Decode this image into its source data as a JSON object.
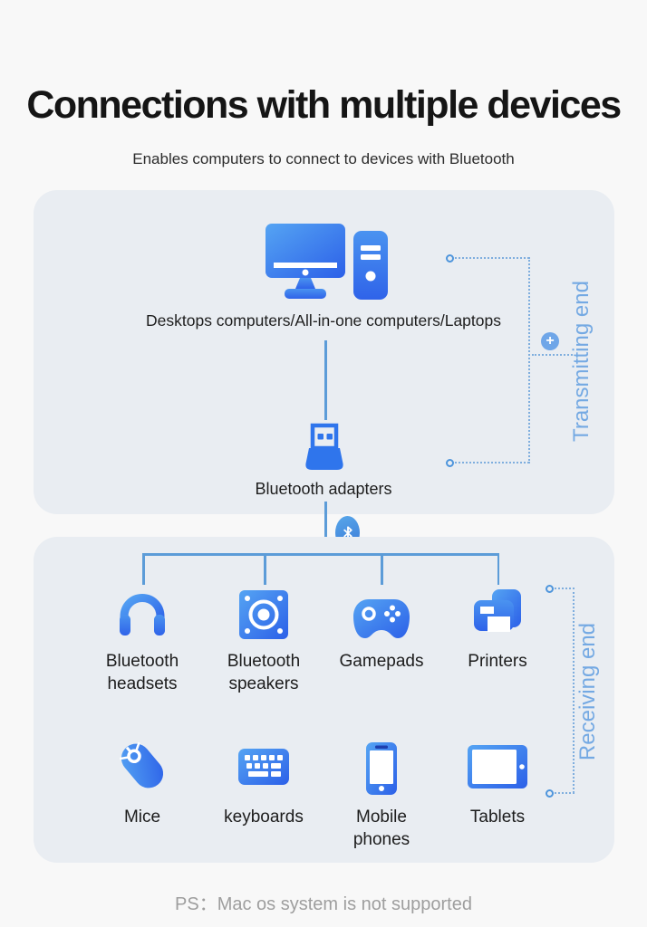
{
  "page": {
    "title": "Connections with multiple devices",
    "subtitle": "Enables computers to connect to devices with Bluetooth",
    "footnote": "PS：Mac os system is not supported",
    "colors": {
      "page_bg": "#F8F8F8",
      "panel_bg": "#E9EDF2",
      "icon_blue_light": "#54A3F3",
      "icon_blue_dark": "#2C60E8",
      "connector_blue": "#5C9CD8",
      "bracket_dotted_blue": "#7FAEDE",
      "side_label_blue": "#74A9E3",
      "text_dark": "#1C1C1C",
      "muted_text": "#9E9E9E"
    }
  },
  "transmitting_panel": {
    "side_label": "Transmitting end",
    "source_label": "Desktops computers/All-in-one computers/Laptops",
    "adapter_label": "Bluetooth adapters",
    "plus_sign": "+",
    "icons": [
      "desktop-computer-icon",
      "usb-bluetooth-adapter-icon",
      "plus-icon"
    ]
  },
  "receiving_panel": {
    "side_label": "Receiving end",
    "bluetooth_badge_icon": "bluetooth-icon",
    "devices": [
      {
        "label": "Bluetooth headsets",
        "icon": "headphones-icon"
      },
      {
        "label": "Bluetooth speakers",
        "icon": "speaker-icon"
      },
      {
        "label": "Gamepads",
        "icon": "gamepad-icon"
      },
      {
        "label": "Printers",
        "icon": "printer-icon"
      },
      {
        "label": "Mice",
        "icon": "mouse-icon"
      },
      {
        "label": "keyboards",
        "icon": "keyboard-icon"
      },
      {
        "label": "Mobile phones",
        "icon": "mobile-phone-icon"
      },
      {
        "label": "Tablets",
        "icon": "tablet-icon"
      }
    ]
  }
}
